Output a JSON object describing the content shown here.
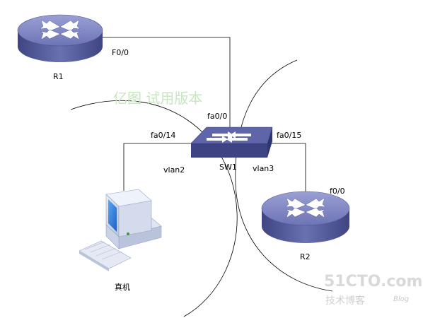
{
  "devices": {
    "r1": {
      "label": "R1",
      "icon": "router-icon"
    },
    "r2": {
      "label": "R2",
      "icon": "router-icon"
    },
    "sw1": {
      "label": "SW1",
      "icon": "switch-icon"
    },
    "host": {
      "label": "真机",
      "icon": "pc-icon"
    }
  },
  "ports": {
    "r1_f00": "F0/0",
    "sw_fa00": "fa0/0",
    "sw_fa014": "fa0/14",
    "sw_fa015": "fa0/15",
    "r2_f00": "f0/0"
  },
  "vlans": {
    "left": "vlan2",
    "right": "vlan3"
  },
  "watermark": "亿图 试用版本",
  "logo": {
    "main": "51CTO.com",
    "sub": "技术博客",
    "blog": "Blog"
  },
  "colors": {
    "router_top": "#8087c2",
    "router_side": "#4a518f",
    "switch_top": "#5e65a8",
    "switch_side": "#3d4383",
    "link": "#000000",
    "watermark": "#c8e6c0"
  }
}
